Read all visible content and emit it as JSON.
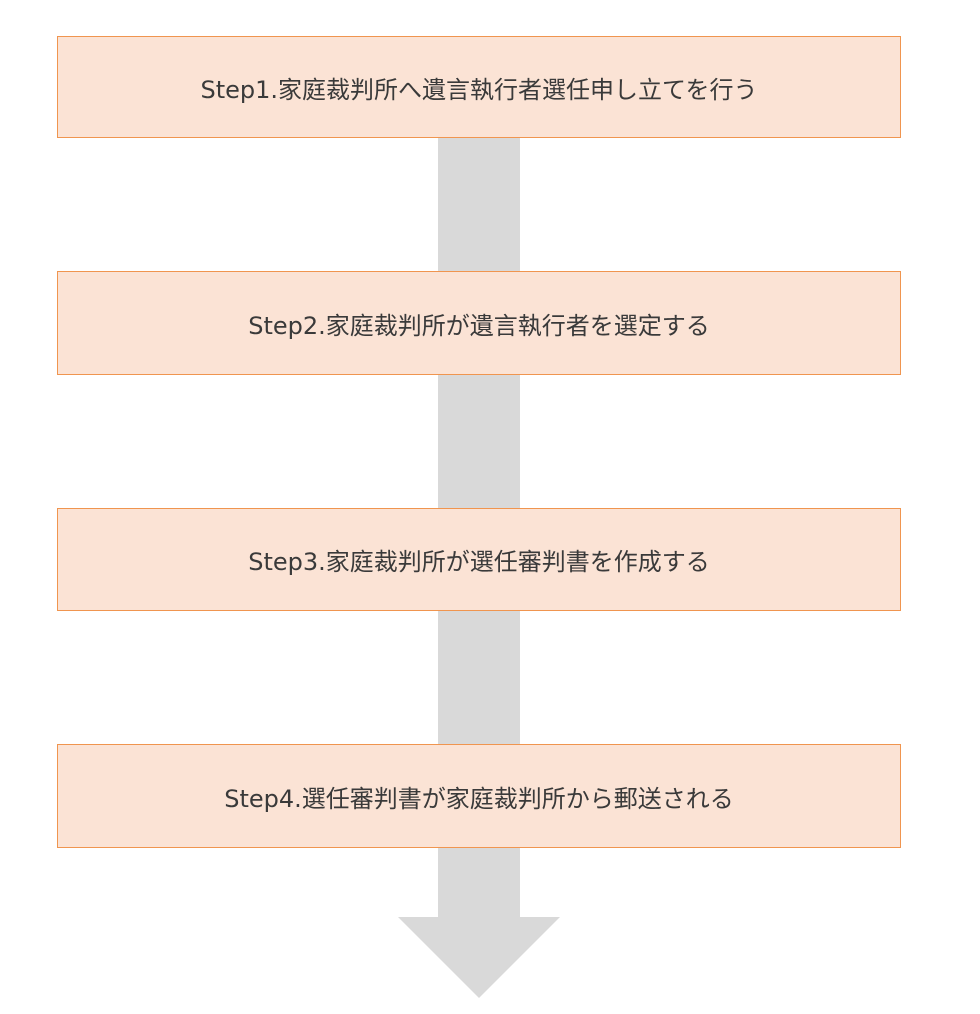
{
  "colors": {
    "box_fill": "#fbe3d5",
    "box_border": "#f0954f",
    "arrow": "#d9d9d9",
    "text": "#3a3a3a"
  },
  "steps": [
    {
      "label": "Step1.家庭裁判所へ遺言執行者選任申し立てを行う"
    },
    {
      "label": "Step2.家庭裁判所が遺言執行者を選定する"
    },
    {
      "label": "Step3.家庭裁判所が選任審判書を作成する"
    },
    {
      "label": "Step4.選任審判書が家庭裁判所から郵送される"
    }
  ]
}
